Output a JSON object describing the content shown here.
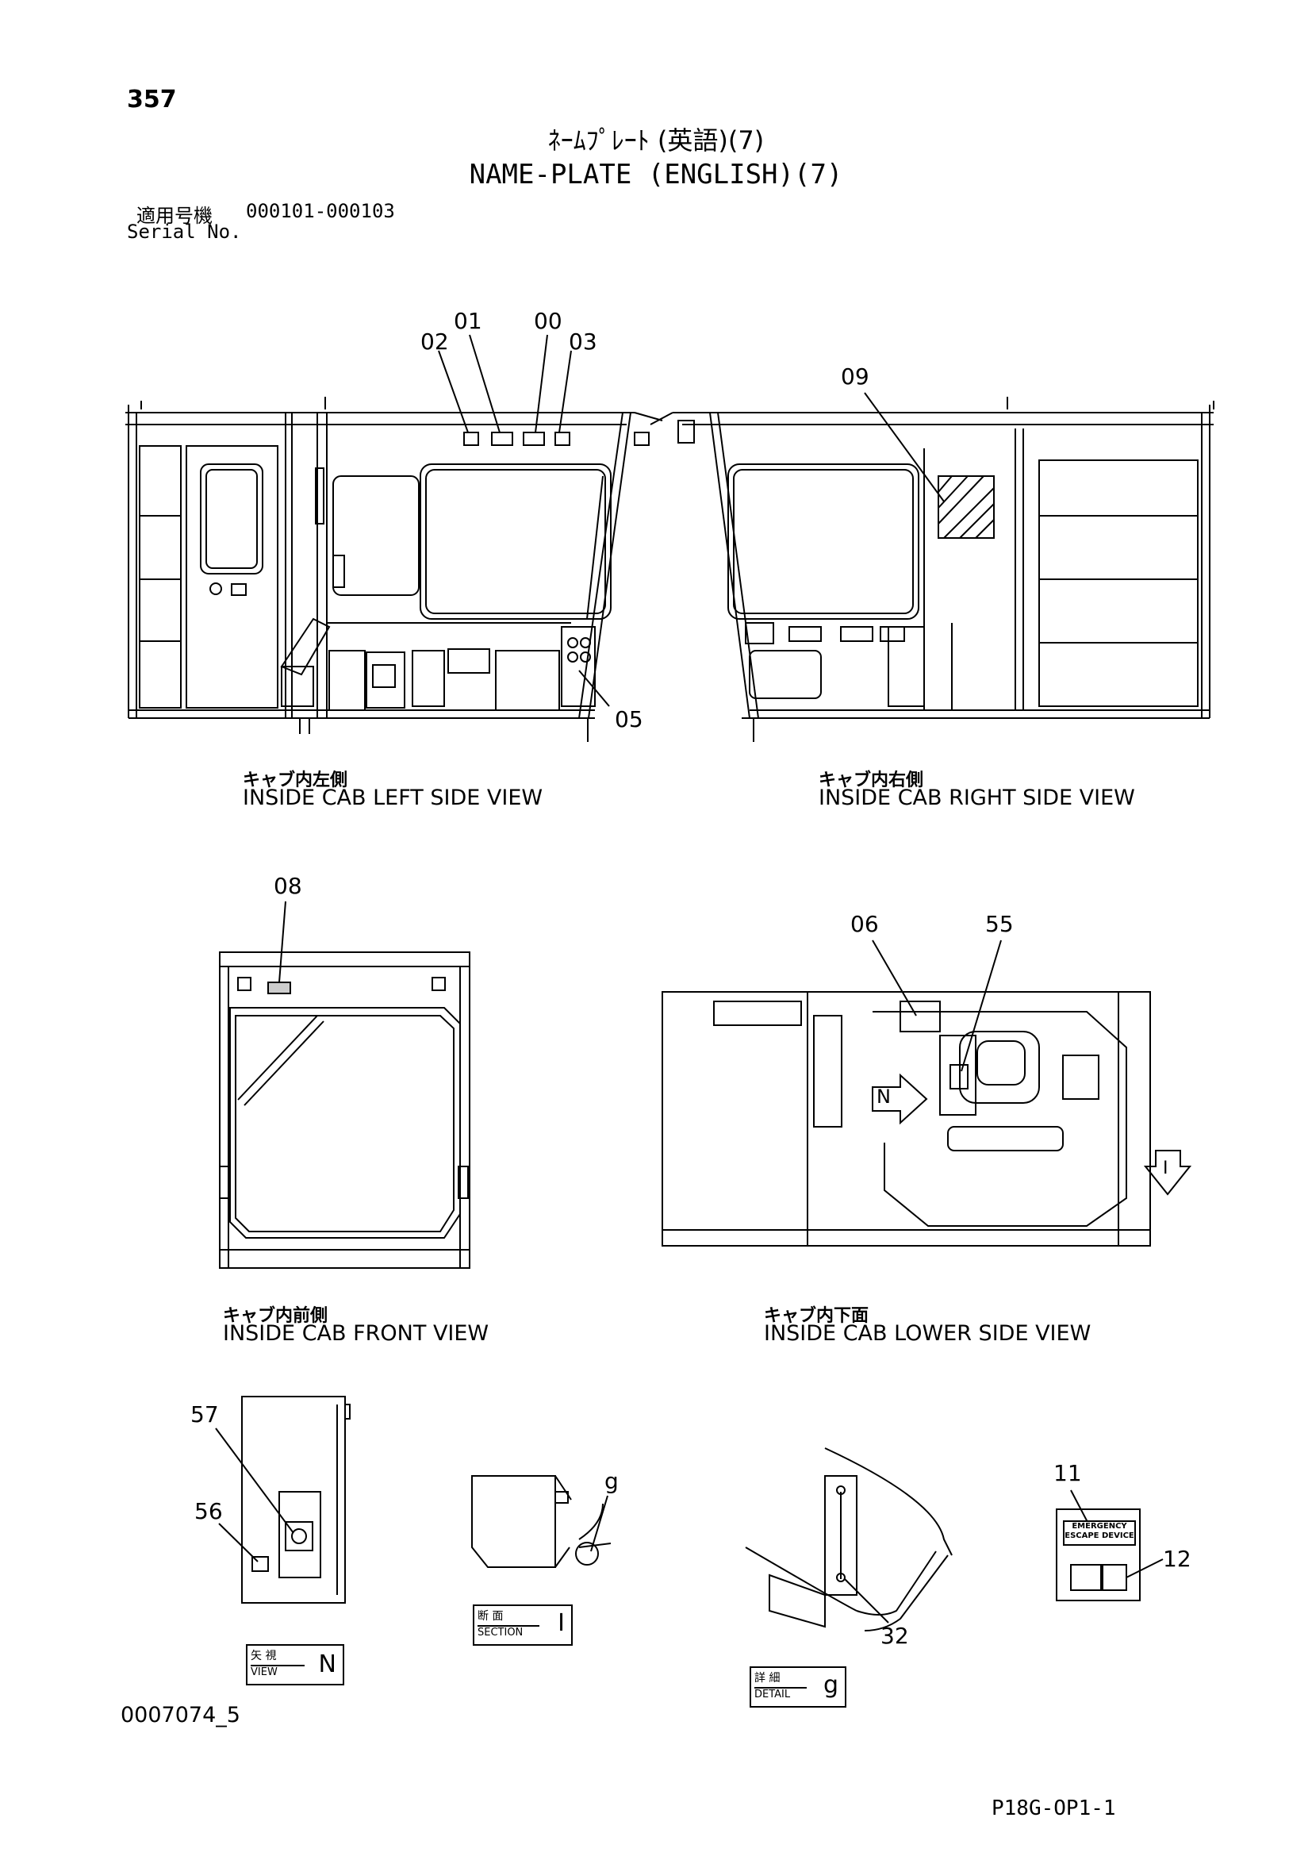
{
  "header": {
    "page_number": "357",
    "title_ja": "ﾈｰﾑﾌﾟﾚｰﾄ (英語)(7)",
    "title_en": "NAME-PLATE (ENGLISH)(7)",
    "serial_label_ja": "適用号機",
    "serial_range": "000101-000103",
    "serial_label_en": "Serial No."
  },
  "views": {
    "left_side": {
      "label_ja": "キャブ内左側",
      "label_en": "INSIDE CAB LEFT SIDE VIEW"
    },
    "right_side": {
      "label_ja": "キャブ内右側",
      "label_en": "INSIDE CAB RIGHT SIDE VIEW"
    },
    "front": {
      "label_ja": "キャブ内前側",
      "label_en": "INSIDE CAB FRONT VIEW"
    },
    "lower": {
      "label_ja": "キャブ内下面",
      "label_en": "INSIDE CAB LOWER SIDE VIEW"
    }
  },
  "callouts": {
    "c01": "01",
    "c00": "00",
    "c02": "02",
    "c03": "03",
    "c09": "09",
    "c05": "05",
    "c08": "08",
    "c06": "06",
    "c55": "55",
    "c57": "57",
    "c56": "56",
    "cg": "g",
    "c32": "32",
    "c11": "11",
    "c12": "12"
  },
  "markers": {
    "arrow_n": "N",
    "arrow_i": "I"
  },
  "detail_tags": {
    "view": {
      "ja": "矢 視",
      "en": "VIEW",
      "letter": "N"
    },
    "section": {
      "ja": "断 面",
      "en": "SECTION",
      "letter": "I"
    },
    "detail": {
      "ja": "詳 細",
      "en": "DETAIL",
      "letter": "g"
    }
  },
  "plate_11": {
    "line1": "EMERGENCY",
    "line2": "ESCAPE DEVICE"
  },
  "footer": {
    "doc_code": "0007074_5",
    "page_code": "P18G-OP1-1"
  }
}
